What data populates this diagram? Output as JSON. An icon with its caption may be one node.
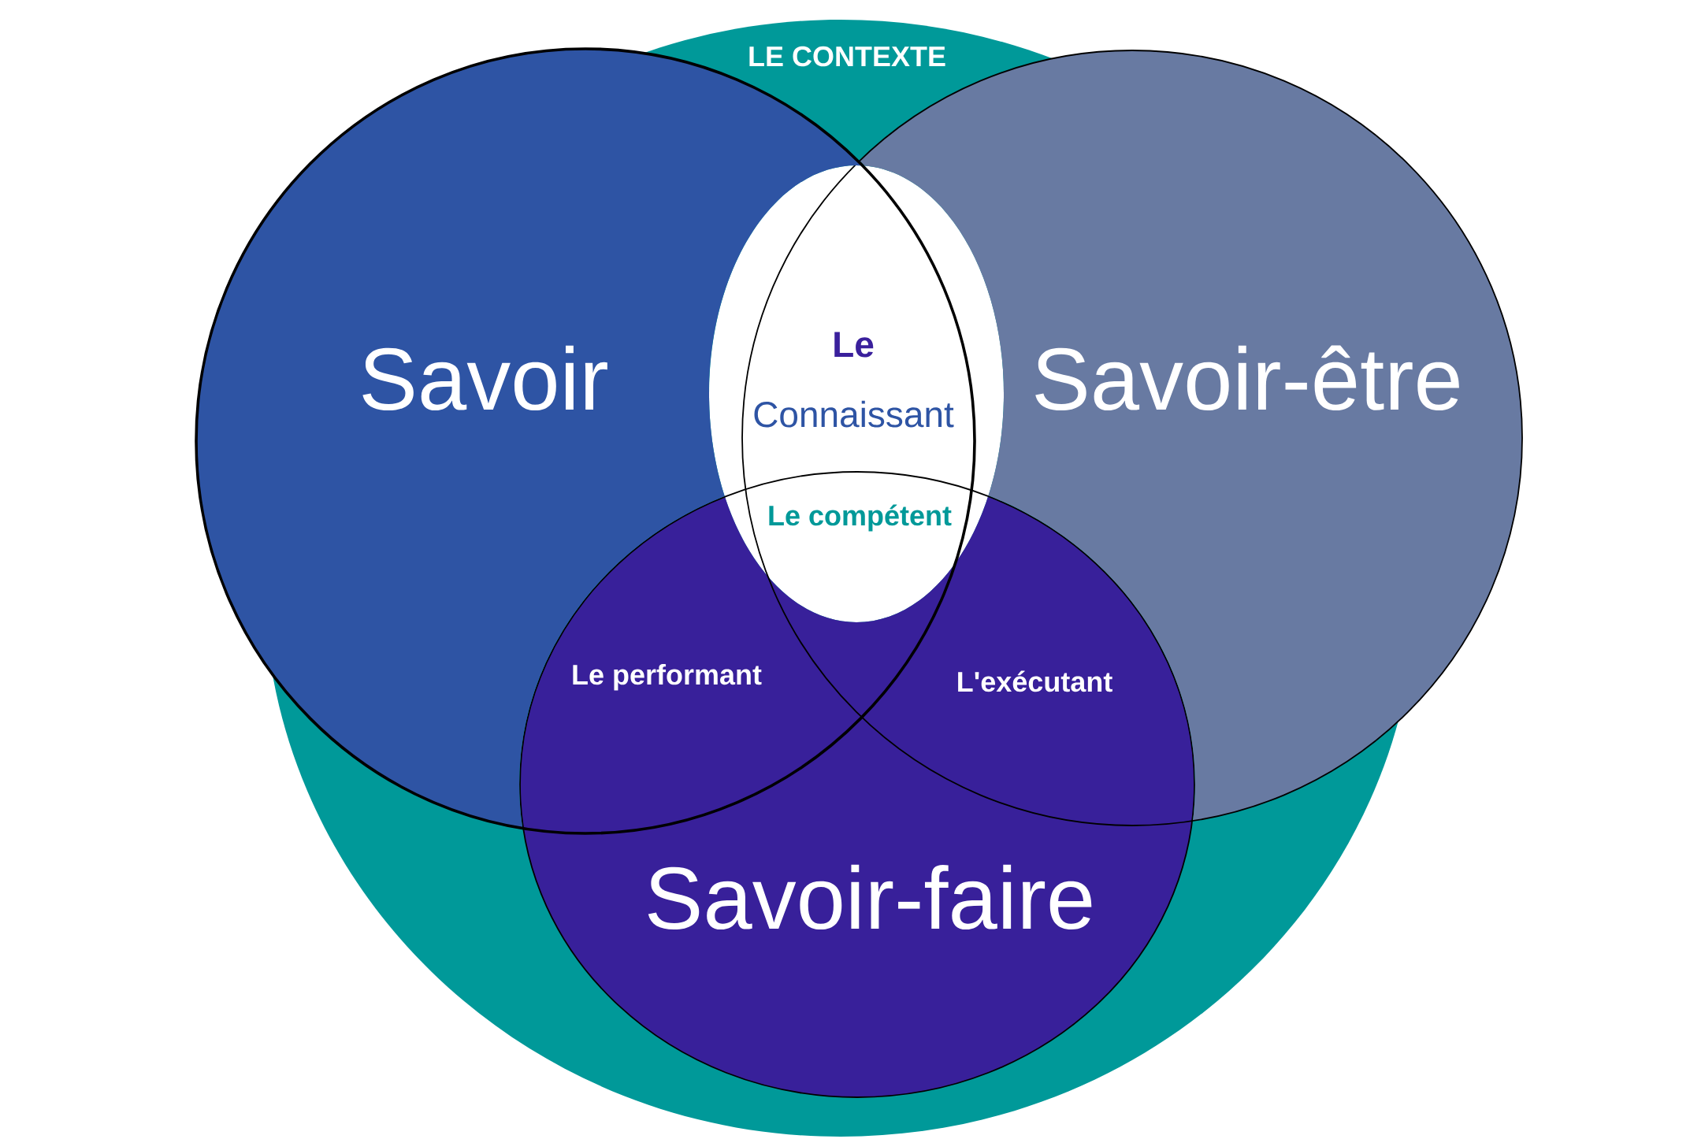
{
  "diagram": {
    "nodes": [
      {
        "text": [
          "LE CONTEXTE"
        ]
      },
      {
        "text": [
          "Savoir"
        ]
      },
      {
        "text": [
          "Savoir-être"
        ]
      },
      {
        "text": [
          "**Le** Connaissant",
          "Le compétent"
        ],
        "in": 0
      },
      {
        "text": [
          "Savoir-faire"
        ],
        "in": 0
      }
    ],
    "labels": [
      "Le performant",
      "L'exécutant"
    ]
  }
}
